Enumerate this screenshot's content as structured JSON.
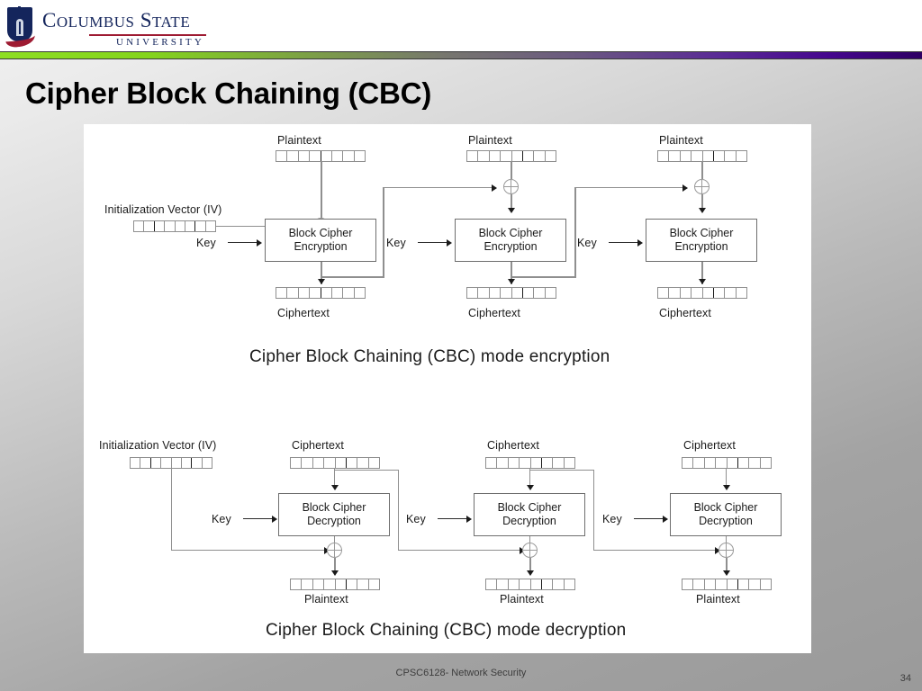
{
  "header": {
    "logo": {
      "icon": "csu-tower-shield-logo",
      "line1": "COLUMBUS STATE",
      "line2": "UNIVERSITY"
    },
    "gradient_from": "#8ede22",
    "gradient_to": "#2e0063"
  },
  "slide": {
    "title": "Cipher Block Chaining (CBC)",
    "footer": "CPSC6128- Network Security",
    "page_number": "34"
  },
  "diagram": {
    "encryption": {
      "caption": "Cipher Block Chaining (CBC) mode encryption",
      "iv_label": "Initialization Vector (IV)",
      "bit_count": 8,
      "stages": [
        {
          "input_label": "Plaintext",
          "key_label": "Key",
          "cipher_line1": "Block Cipher",
          "cipher_line2": "Encryption",
          "output_label": "Ciphertext"
        },
        {
          "input_label": "Plaintext",
          "key_label": "Key",
          "cipher_line1": "Block Cipher",
          "cipher_line2": "Encryption",
          "output_label": "Ciphertext"
        },
        {
          "input_label": "Plaintext",
          "key_label": "Key",
          "cipher_line1": "Block Cipher",
          "cipher_line2": "Encryption",
          "output_label": "Ciphertext"
        }
      ]
    },
    "decryption": {
      "caption": "Cipher Block Chaining (CBC) mode decryption",
      "iv_label": "Initialization Vector (IV)",
      "bit_count": 8,
      "stages": [
        {
          "input_label": "Ciphertext",
          "key_label": "Key",
          "cipher_line1": "Block Cipher",
          "cipher_line2": "Decryption",
          "output_label": "Plaintext"
        },
        {
          "input_label": "Ciphertext",
          "key_label": "Key",
          "cipher_line1": "Block Cipher",
          "cipher_line2": "Decryption",
          "output_label": "Plaintext"
        },
        {
          "input_label": "Ciphertext",
          "key_label": "Key",
          "cipher_line1": "Block Cipher",
          "cipher_line2": "Decryption",
          "output_label": "Plaintext"
        }
      ]
    }
  }
}
